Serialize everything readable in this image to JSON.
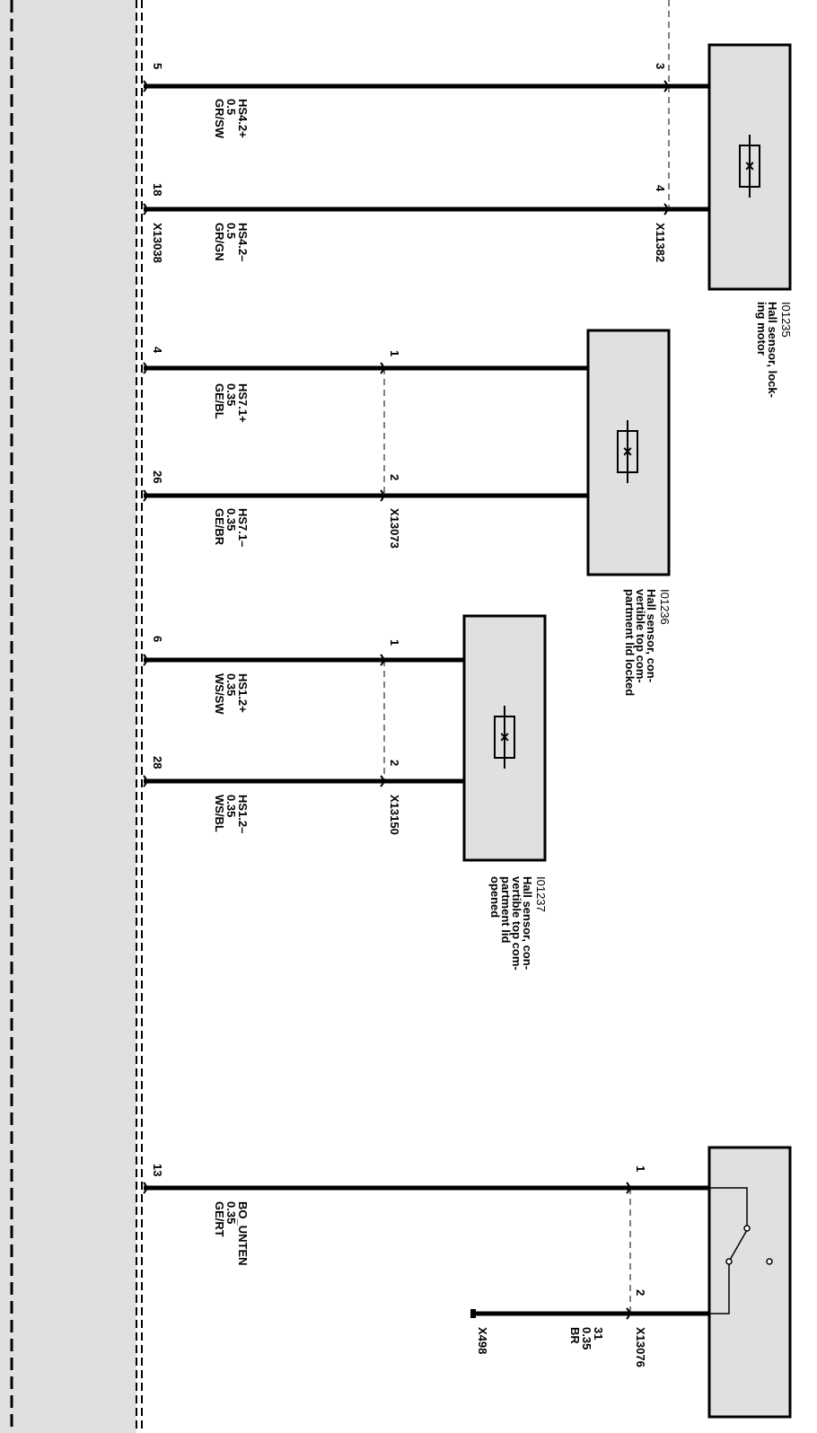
{
  "wires": [
    {
      "ctrl_pin": "5",
      "signal": "HS4.2+",
      "cross_section": "0.5",
      "color": "GR/SW",
      "far_pin": "3"
    },
    {
      "ctrl_pin": "18",
      "signal": "HS4.2–",
      "cross_section": "0.5",
      "color": "GR/GN",
      "far_pin": "4"
    },
    {
      "ctrl_pin": "4",
      "signal": "HS7.1+",
      "cross_section": "0.35",
      "color": "GE/BL",
      "far_pin": "1"
    },
    {
      "ctrl_pin": "26",
      "signal": "HS7.1–",
      "cross_section": "0.35",
      "color": "GE/BR",
      "far_pin": "2"
    },
    {
      "ctrl_pin": "6",
      "signal": "HS1.2+",
      "cross_section": "0.35",
      "color": "WS/SW",
      "far_pin": "1"
    },
    {
      "ctrl_pin": "28",
      "signal": "HS1.2–",
      "cross_section": "0.35",
      "color": "WS/BL",
      "far_pin": "2"
    },
    {
      "ctrl_pin": "13",
      "signal": "BO_UNTEN",
      "cross_section": "0.35",
      "color": "GE/RT",
      "far_pin": "1"
    }
  ],
  "control_unit_connector": "X13038",
  "components": [
    {
      "id": "I01235",
      "connector": "X11382",
      "name_lines": [
        "Hall sensor, lock-",
        "ing motor"
      ]
    },
    {
      "id": "I01236",
      "connector": "X13073",
      "name_lines": [
        "Hall sensor, con-",
        "vertible top com-",
        "partment lid locked"
      ]
    },
    {
      "id": "I01237",
      "connector": "X13150",
      "name_lines": [
        "Hall sensor, con-",
        "vertible top com-",
        "partment lid",
        "opened"
      ]
    },
    {
      "id": "",
      "connector": "X13076",
      "name_lines": []
    }
  ],
  "ground": {
    "pin": "2",
    "signal": "31",
    "cross_section": "0.35",
    "color": "BR",
    "ground_point": "X498"
  }
}
